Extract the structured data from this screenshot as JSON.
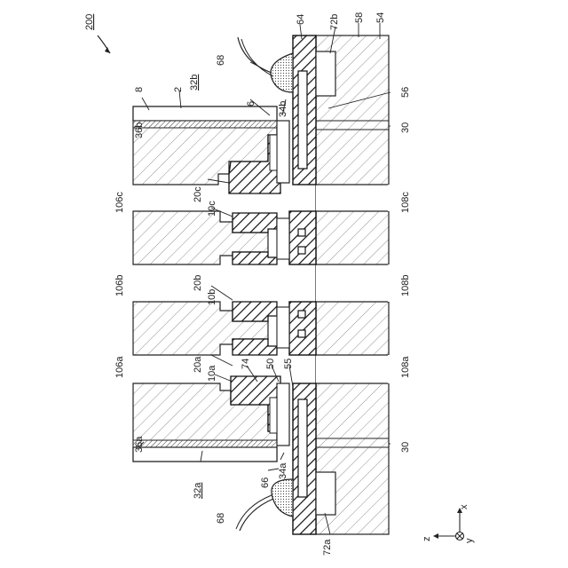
{
  "figure": {
    "ref_main": "200",
    "labels": {
      "n36b": "36b",
      "n8": "8",
      "n2": "2",
      "n32b": "32b",
      "n6": "6",
      "n34b": "34b",
      "n68_top": "68",
      "n64": "64",
      "n72b": "72b",
      "n58": "58",
      "n54": "54",
      "n56": "56",
      "n30_top": "30",
      "n20c": "20c",
      "n10c": "10c",
      "n106c": "106c",
      "n108c": "108c",
      "n106b": "106b",
      "n108b": "108b",
      "n20b": "20b",
      "n10b": "10b",
      "n106a": "106a",
      "n108a": "108a",
      "n20a": "20a",
      "n10a": "10a",
      "n74": "74",
      "n50": "50",
      "n55": "55",
      "n36a": "36a",
      "n30_bot": "30",
      "n32a": "32a",
      "n66": "66",
      "n34a": "34a",
      "n68_bot": "68",
      "n72a": "72a"
    },
    "axes": {
      "x": "x",
      "y": "y",
      "z": "z"
    }
  }
}
